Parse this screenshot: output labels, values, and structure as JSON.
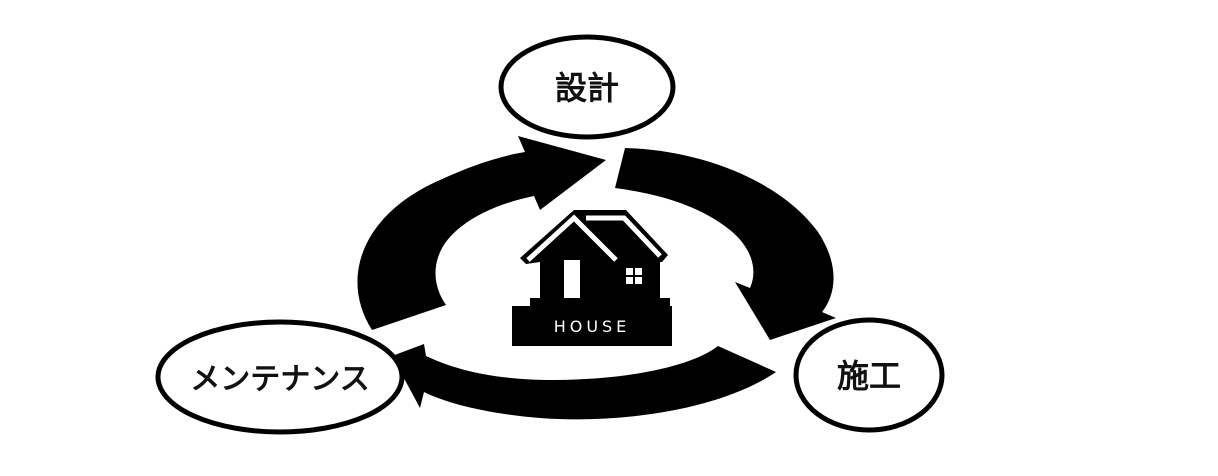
{
  "diagram": {
    "nodes": {
      "design": {
        "label": "設計"
      },
      "construction": {
        "label": "施工"
      },
      "maintenance": {
        "label": "メンテナンス"
      }
    },
    "center": {
      "label": "HOUSE",
      "icon": "house-icon"
    },
    "cycle_order": [
      "設計",
      "施工",
      "メンテナンス"
    ],
    "colors": {
      "ink": "#000000",
      "background": "#ffffff"
    }
  }
}
